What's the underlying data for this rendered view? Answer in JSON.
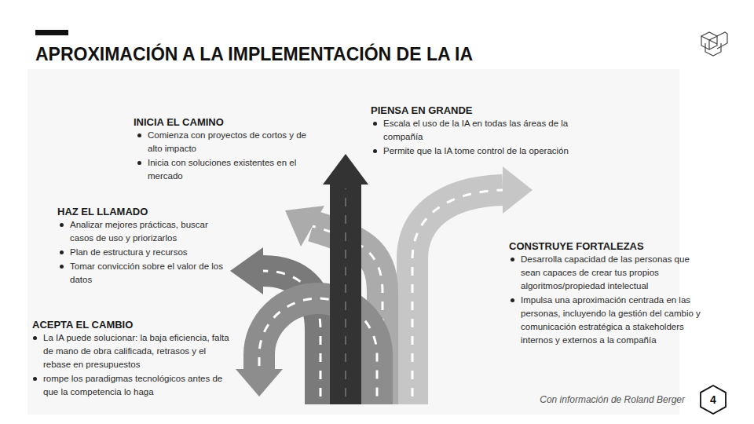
{
  "diagram": {
    "title": "APROXIMACIÓN A LA IMPLEMENTACIÓN DE LA IA",
    "caption": "Con información de Roland Berger",
    "nodes": [
      {
        "text": [
          "4"
        ]
      }
    ],
    "labels": [
      "INICIA EL CAMINO",
      "Comienza con proyectos de cortos y de alto impacto",
      "Inicia con soluciones existentes en el mercado",
      "PIENSA EN GRANDE",
      "Escala el uso de la IA en todas las áreas de la compañía",
      "Permite que la IA tome control de la operación",
      "HAZ EL LLAMADO",
      "Analizar mejores prácticas, buscar casos de uso y priorizarlos",
      "Plan de estructura y recursos",
      "Tomar convicción sobre el valor de los datos",
      "CONSTRUYE FORTALEZAS",
      "Desarrolla capacidad de las personas que sean capaces de crear tus propios algoritmos/propiedad intelectual",
      "Impulsa una aproximación centrada en las personas, incluyendo la gestión del cambio y comunicación estratégica a stakeholders internos y externos a la compañía",
      "ACEPTA EL CAMBIO",
      "La IA puede solucionar: la baja eficiencia, falta de mano de obra calificada, retrasos y el rebase en presupuestos",
      "rompe los paradigmas tecnológicos antes de que la competencia lo haga"
    ]
  }
}
